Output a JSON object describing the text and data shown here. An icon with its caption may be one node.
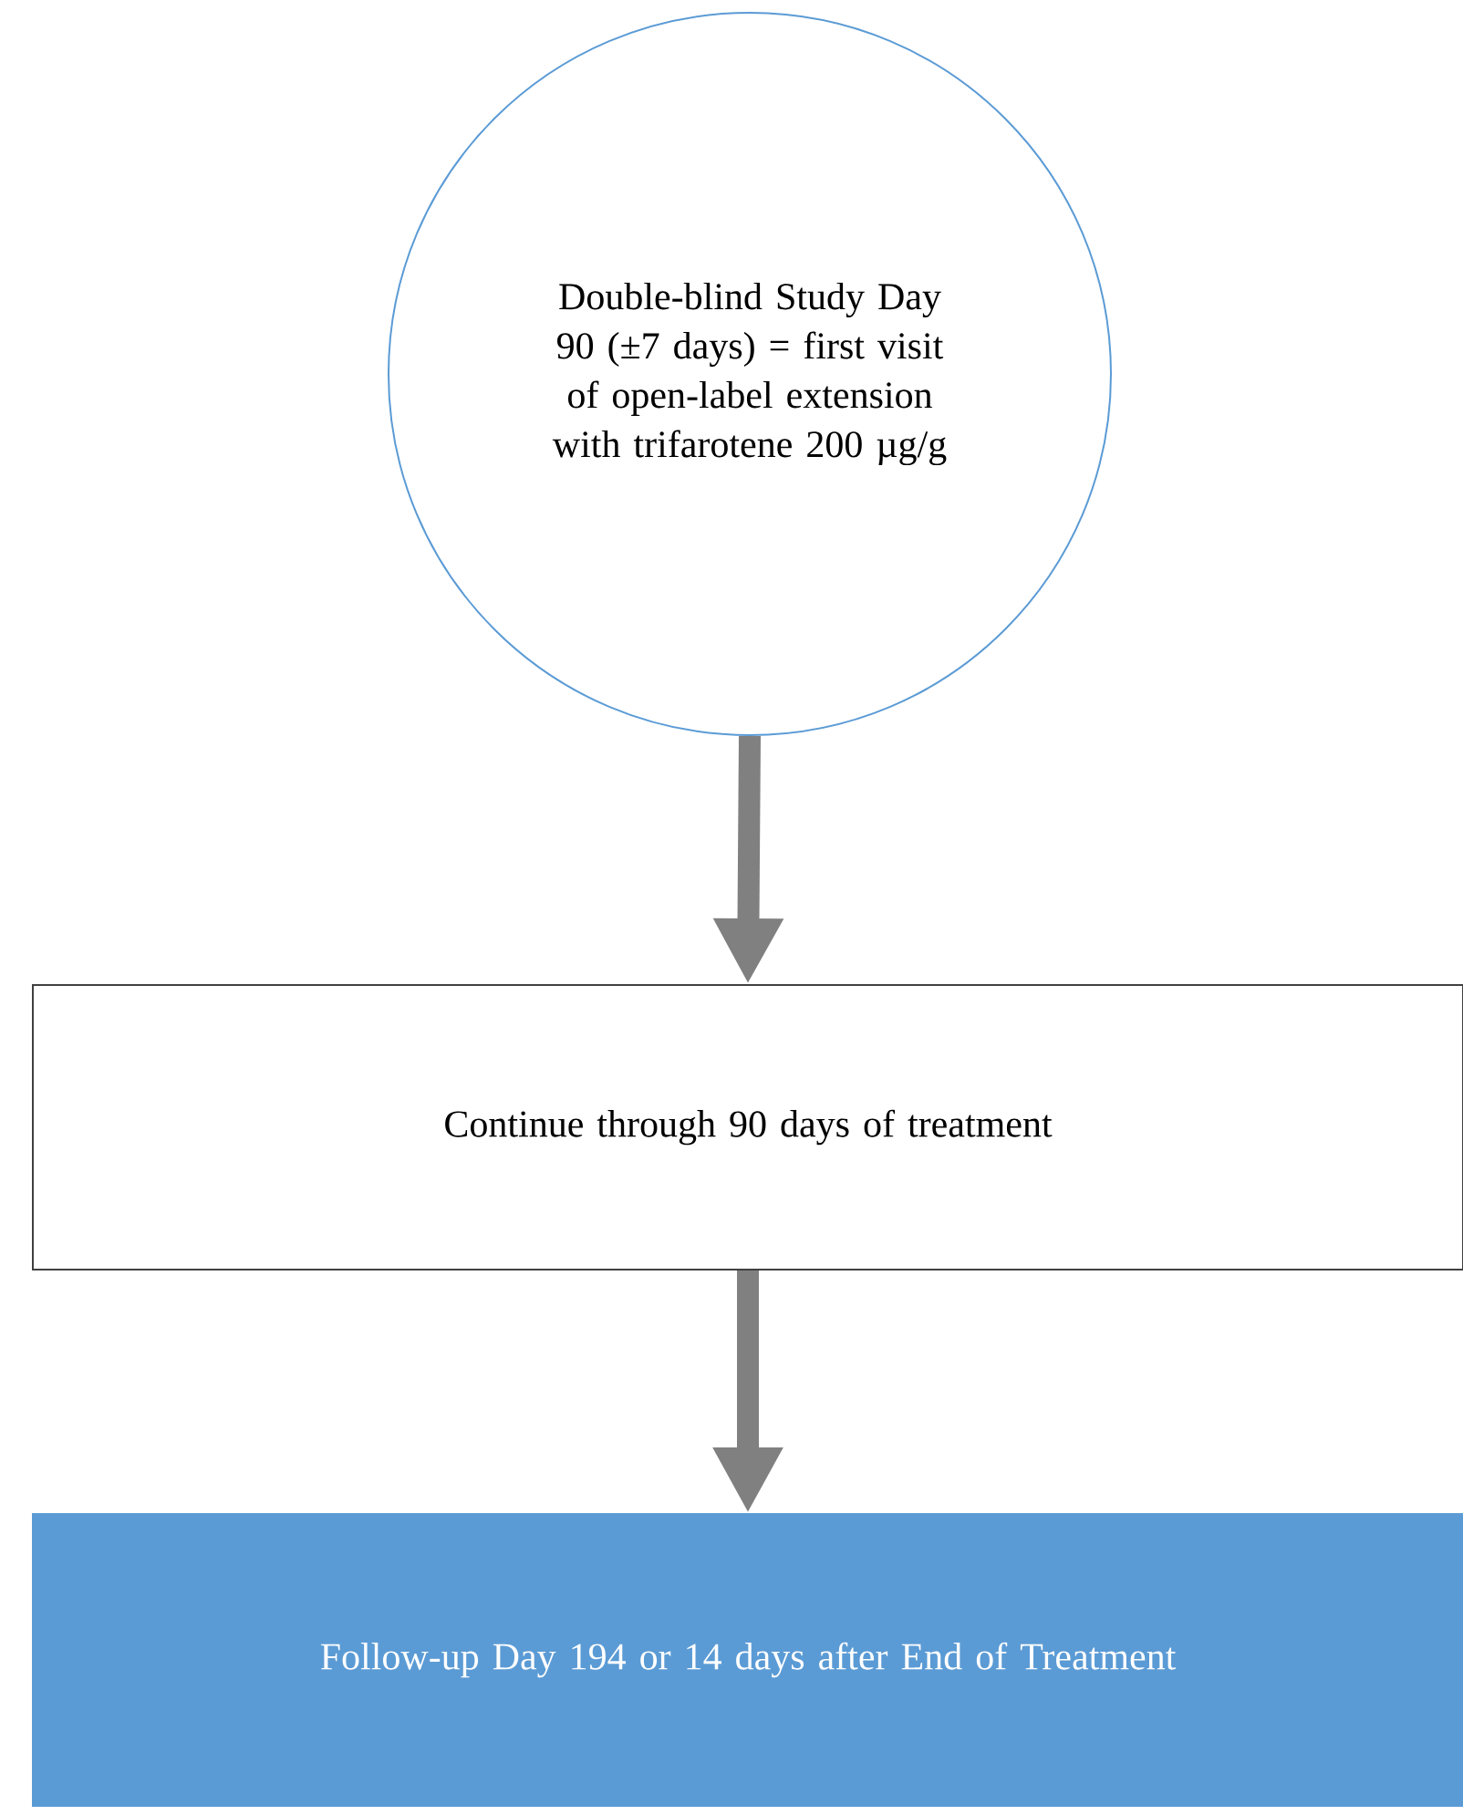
{
  "diagram": {
    "nodes": [
      {
        "text": [
          "Double-blind Study Day 90 (±7 days) = first visit of open-label extension with trifarotene 200 µg/g"
        ]
      },
      {
        "text": [
          "Continue through 90 days of treatment"
        ]
      },
      {
        "text": [
          "Follow-up Day 194 or 14 days after End of Treatment"
        ]
      }
    ],
    "edges": [
      {
        "from": 0,
        "to": 1,
        "arrow": "to"
      },
      {
        "from": 1,
        "to": 2,
        "arrow": "to"
      }
    ]
  }
}
